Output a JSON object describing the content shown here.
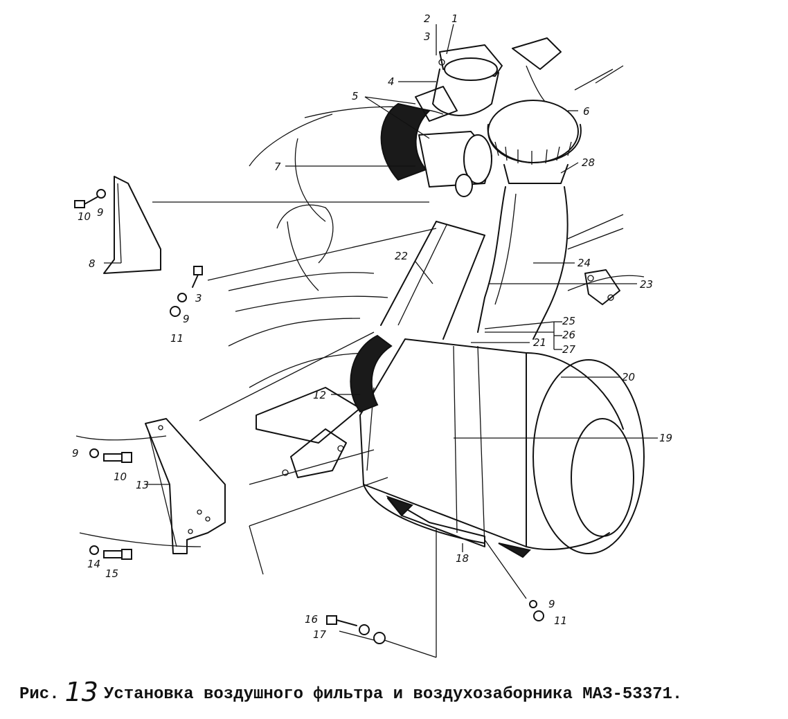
{
  "caption": {
    "prefix": "Рис.",
    "number": "13",
    "text": "Установка воздушного фильтра и воздухозаборника МАЗ-53371."
  },
  "labels": [
    {
      "id": "l1",
      "text": "1"
    },
    {
      "id": "l2",
      "text": "2"
    },
    {
      "id": "l3a",
      "text": "3"
    },
    {
      "id": "l4",
      "text": "4"
    },
    {
      "id": "l5",
      "text": "5"
    },
    {
      "id": "l6",
      "text": "6"
    },
    {
      "id": "l7",
      "text": "7"
    },
    {
      "id": "l28",
      "text": "28"
    },
    {
      "id": "l10a",
      "text": "10"
    },
    {
      "id": "l9a",
      "text": "9"
    },
    {
      "id": "l8",
      "text": "8"
    },
    {
      "id": "l3b",
      "text": "3"
    },
    {
      "id": "l9b",
      "text": "9"
    },
    {
      "id": "l11a",
      "text": "11"
    },
    {
      "id": "l22",
      "text": "22"
    },
    {
      "id": "l24",
      "text": "24"
    },
    {
      "id": "l23",
      "text": "23"
    },
    {
      "id": "l25",
      "text": "25"
    },
    {
      "id": "l26",
      "text": "26"
    },
    {
      "id": "l27",
      "text": "27"
    },
    {
      "id": "l21",
      "text": "21"
    },
    {
      "id": "l20",
      "text": "20"
    },
    {
      "id": "l12",
      "text": "12"
    },
    {
      "id": "l19",
      "text": "19"
    },
    {
      "id": "l9c",
      "text": "9"
    },
    {
      "id": "l10b",
      "text": "10"
    },
    {
      "id": "l13",
      "text": "13"
    },
    {
      "id": "l14",
      "text": "14"
    },
    {
      "id": "l15",
      "text": "15"
    },
    {
      "id": "l18",
      "text": "18"
    },
    {
      "id": "l9d",
      "text": "9"
    },
    {
      "id": "l11b",
      "text": "11"
    },
    {
      "id": "l16",
      "text": "16"
    },
    {
      "id": "l17",
      "text": "17"
    }
  ]
}
